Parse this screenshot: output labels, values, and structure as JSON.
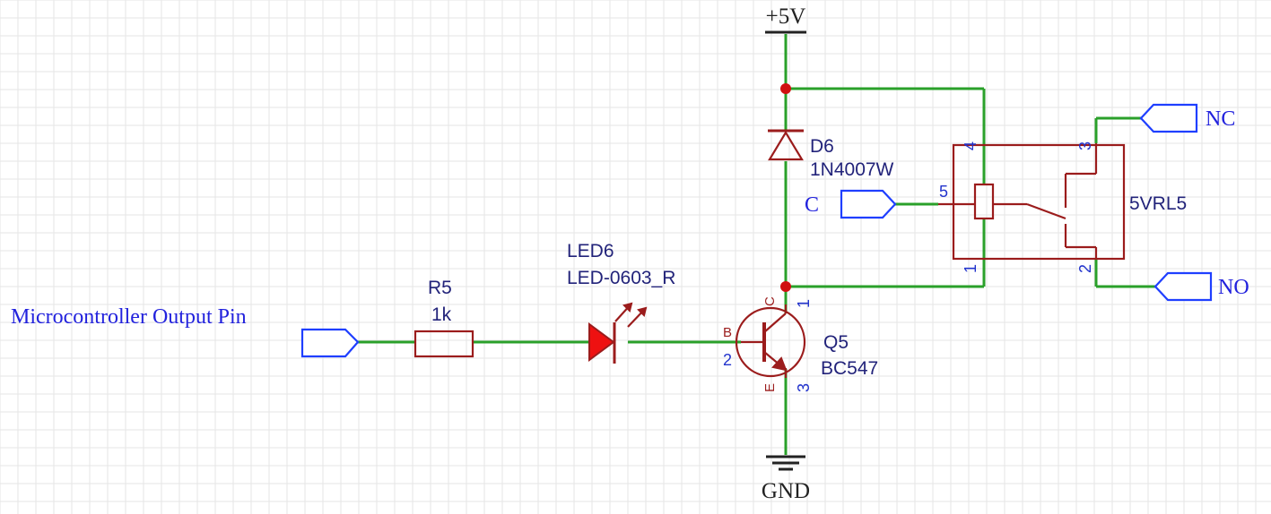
{
  "power": {
    "vcc": "+5V",
    "gnd": "GND"
  },
  "ports": {
    "input": "Microcontroller Output Pin",
    "common": "C",
    "nc": "NC",
    "no": "NO"
  },
  "components": {
    "r5": {
      "ref": "R5",
      "value": "1k"
    },
    "led6": {
      "ref": "LED6",
      "value": "LED-0603_R"
    },
    "q5": {
      "ref": "Q5",
      "value": "BC547",
      "pins": {
        "b_letter": "B",
        "b_num": "2",
        "c_letter": "C",
        "c_num": "1",
        "e_letter": "E",
        "e_num": "3"
      }
    },
    "d6": {
      "ref": "D6",
      "value": "1N4007W"
    },
    "relay": {
      "value": "5VRL5",
      "pins": {
        "p1": "1",
        "p2": "2",
        "p3": "3",
        "p4": "4",
        "p5": "5"
      }
    }
  },
  "colors": {
    "wire": "#2aa02a",
    "component": "#9b1c1c",
    "port": "#1f3fff",
    "junction": "#d01010"
  }
}
